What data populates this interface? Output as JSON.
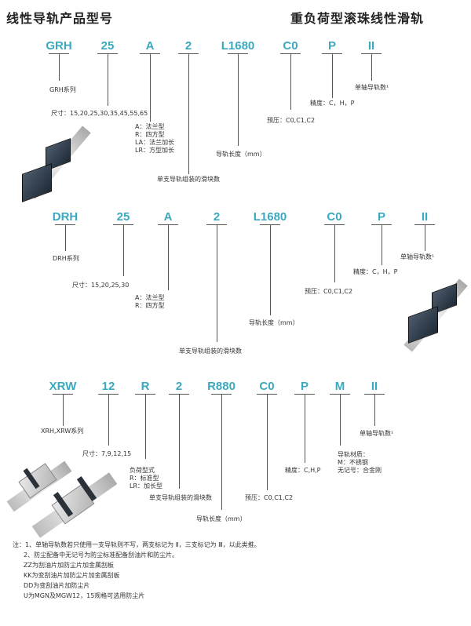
{
  "header": {
    "left_title": "线性导轨产品型号",
    "right_title": "重负荷型滚珠线性滑轨"
  },
  "sections": [
    {
      "codes": [
        "GRH",
        "25",
        "A",
        "2",
        "L1680",
        "C0",
        "P",
        "II"
      ],
      "labels": {
        "series": "GRH系列",
        "size": "尺寸：15,20,25,30,35,45,55,65",
        "type": [
          "A：法兰型",
          "R：四方型",
          "LA：法兰加长",
          "LR：方型加长"
        ],
        "blocks": "单支导轨组装的滑块数",
        "length": "导轨长度（mm）",
        "preload": "预压：C0,C1,C2",
        "accuracy": "精度：C，H，P",
        "rails": "单轴导轨数¹"
      }
    },
    {
      "codes": [
        "DRH",
        "25",
        "A",
        "2",
        "L1680",
        "C0",
        "P",
        "II"
      ],
      "labels": {
        "series": "DRH系列",
        "size": "尺寸：15,20,25,30",
        "type": [
          "A：法兰型",
          "R：四方型"
        ],
        "blocks": "单支导轨组装的滑块数",
        "length": "导轨长度（mm）",
        "preload": "预压：C0,C1,C2",
        "accuracy": "精度：C，H，P",
        "rails": "单轴导轨数¹"
      }
    },
    {
      "codes": [
        "XRW",
        "12",
        "R",
        "2",
        "R880",
        "C0",
        "P",
        "M",
        "II"
      ],
      "labels": {
        "series": "XRH,XRW系列",
        "size": "尺寸：7,9,12,15",
        "type": [
          "负荷型式",
          "R：标准型",
          "LR：加长型"
        ],
        "blocks": "单支导轨组装的滑块数",
        "length": "导轨长度（mm）",
        "preload": "预压：C0,C1,C2",
        "accuracy": "精度：C,H,P",
        "material": [
          "导轨材质：",
          "M：不锈钢",
          "无记号：合金刚"
        ],
        "rails": "单轴导轨数¹"
      }
    }
  ],
  "notes": [
    "注：1、单轴导轨数若只使用一支导轨则不写，两支标记为 Ⅱ，三支标记为 Ⅲ，以此类推。",
    "    2、防尘配备中无记号为防尘标准配备刮油片和防尘片。",
    "    ZZ为刮油片加防尘片加金属刮板",
    "    KK为变刮油片加防尘片加金属刮板",
    "    DD为变刮油片加防尘片",
    "    U为MGN及MGW12，15规格可选用防尘片"
  ]
}
